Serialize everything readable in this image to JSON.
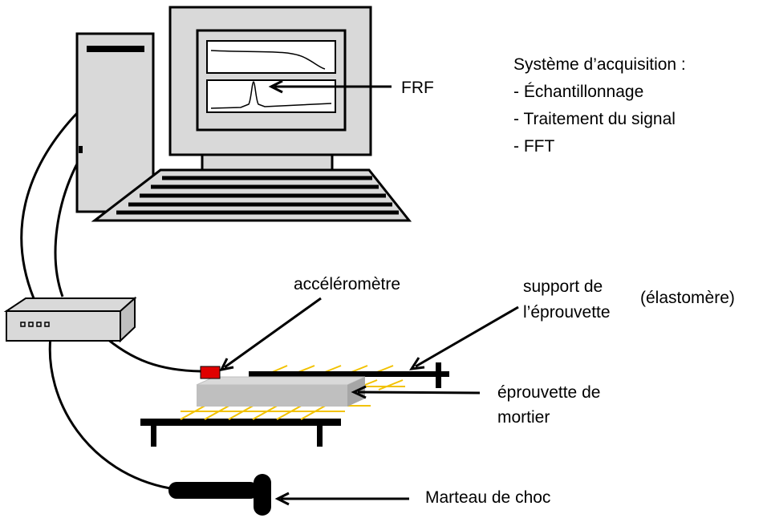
{
  "labels": {
    "frf": "FRF",
    "acquisition_title": "Système d’acquisition :",
    "acquisition_items": [
      "- Échantillonnage",
      "- Traitement du signal",
      "- FFT"
    ],
    "accelerometer": "accéléromètre",
    "support_line1": "support de",
    "support_line2": "l’éprouvette",
    "elastomer": "(élastomère)",
    "specimen_line1": "éprouvette de",
    "specimen_line2": "mortier",
    "hammer": "Marteau de choc"
  },
  "colors": {
    "outline": "#000000",
    "computer_fill": "#d9d9d9",
    "screen_fill": "#ffffff",
    "specimen_fill": "#bfbfbf",
    "elastomer_strands": "#f2c200",
    "accelerometer": "#e00000"
  }
}
